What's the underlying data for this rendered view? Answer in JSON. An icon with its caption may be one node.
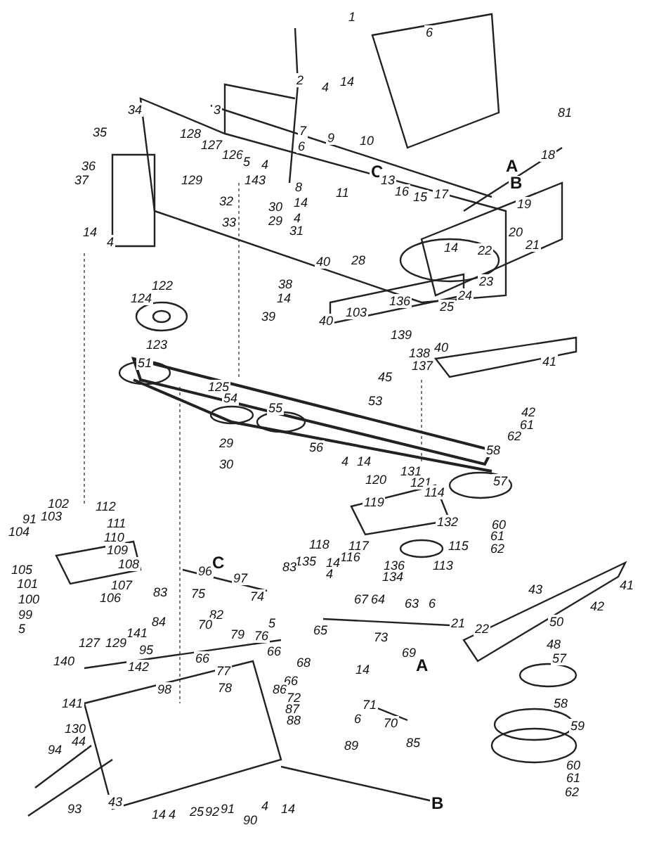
{
  "diagram": {
    "labels": [
      "1",
      "6",
      "4",
      "14",
      "2",
      "34",
      "3",
      "81",
      "7",
      "35",
      "128",
      "9",
      "10",
      "6",
      "127",
      "18",
      "126",
      "5",
      "4",
      "36",
      "A",
      "C",
      "B",
      "37",
      "129",
      "143",
      "13",
      "8",
      "16",
      "11",
      "15",
      "17",
      "32",
      "14",
      "19",
      "30",
      "29",
      "4",
      "33",
      "31",
      "14",
      "20",
      "4",
      "21",
      "22",
      "14",
      "28",
      "40",
      "23",
      "38",
      "122",
      "24",
      "124",
      "14",
      "40",
      "25",
      "103",
      "136",
      "39",
      "139",
      "123",
      "40",
      "138",
      "51",
      "137",
      "41",
      "45",
      "125",
      "54",
      "53",
      "55",
      "42",
      "61",
      "62",
      "29",
      "56",
      "58",
      "4",
      "14",
      "30",
      "120",
      "131",
      "57",
      "121",
      "114",
      "119",
      "102",
      "112",
      "103",
      "91",
      "132",
      "111",
      "60",
      "110",
      "104",
      "61",
      "109",
      "117",
      "115",
      "118",
      "62",
      "108",
      "116",
      "135",
      "14",
      "83",
      "4",
      "136",
      "113",
      "105",
      "96",
      "C",
      "134",
      "97",
      "107",
      "101",
      "41",
      "43",
      "83",
      "75",
      "74",
      "106",
      "67",
      "64",
      "63",
      "6",
      "42",
      "100",
      "99",
      "82",
      "70",
      "5",
      "84",
      "21",
      "22",
      "50",
      "5",
      "65",
      "141",
      "79",
      "76",
      "73",
      "127",
      "129",
      "48",
      "95",
      "66",
      "69",
      "57",
      "66",
      "68",
      "140",
      "142",
      "A",
      "14",
      "77",
      "66",
      "86",
      "78",
      "98",
      "72",
      "58",
      "141",
      "71",
      "87",
      "6",
      "88",
      "70",
      "59",
      "130",
      "44",
      "85",
      "89",
      "94",
      "60",
      "61",
      "62",
      "43",
      "B",
      "93",
      "90",
      "14",
      "4",
      "25",
      "92",
      "91",
      "4",
      "14"
    ]
  }
}
